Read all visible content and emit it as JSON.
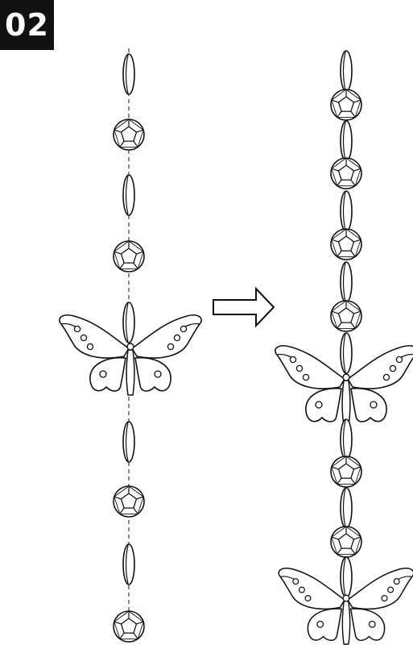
{
  "step_label": "02",
  "colors": {
    "ink": "#111111",
    "paper": "#ffffff",
    "thread": "#8a8a8a",
    "badge_bg": "#111111",
    "badge_text": "#ffffff"
  },
  "left_strand": {
    "items": [
      "oval-bead",
      "faceted-bead",
      "oval-bead",
      "faceted-bead",
      "butterfly",
      "oval-bead",
      "faceted-bead",
      "oval-bead",
      "faceted-bead"
    ],
    "thread": "dashed"
  },
  "right_strand": {
    "items": [
      "oval-bead",
      "faceted-bead",
      "oval-bead",
      "faceted-bead",
      "oval-bead",
      "faceted-bead",
      "oval-bead",
      "faceted-bead",
      "butterfly",
      "oval-bead",
      "faceted-bead",
      "oval-bead",
      "faceted-bead",
      "oval-bead",
      "butterfly"
    ],
    "thread": "assembled"
  },
  "arrow": {
    "direction": "right",
    "style": "outline"
  }
}
